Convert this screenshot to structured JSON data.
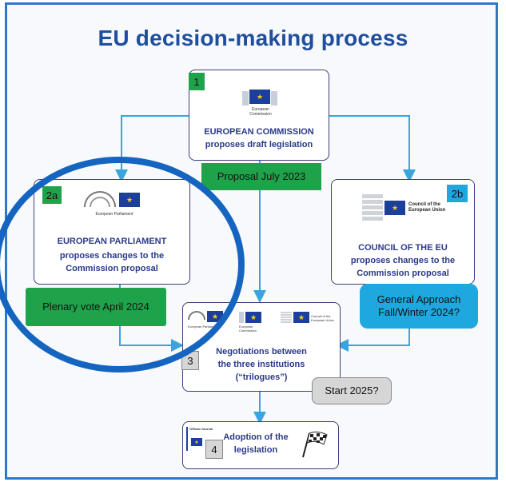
{
  "title": "EU decision-making process",
  "colors": {
    "title": "#1f4e9f",
    "frame": "#2f78c4",
    "arrow": "#3aa5dd",
    "circle": "#1565c0",
    "green": "#1fa34a",
    "blue": "#1fa8e0",
    "grey": "#d6d6d6"
  },
  "steps": {
    "s1": {
      "num": "1",
      "line1": "EUROPEAN COMMISSION",
      "line2": "proposes draft legislation",
      "logo_small": "European Commission"
    },
    "s2a": {
      "num": "2a",
      "line1": "EUROPEAN PARLIAMENT",
      "line2": "proposes changes to the",
      "line3": "Commission proposal",
      "logo_small": "European Parliament"
    },
    "s2b": {
      "num": "2b",
      "line1": "COUNCIL OF THE EU",
      "line2": "proposes changes to the",
      "line3": "Commission proposal",
      "logo_line1": "Council of the",
      "logo_line2": "European Union"
    },
    "s3": {
      "num": "3",
      "line1": "Negotiations between",
      "line2": "the three institutions",
      "line3": "(“trilogues”)",
      "logo_ep": "European Parliament",
      "logo_ec": "European Commission",
      "logo_cu": "Council of the European Union"
    },
    "s4": {
      "num": "4",
      "line1": "Adoption of the",
      "line2": "legislation",
      "logo_oj": "Official Journal"
    }
  },
  "tags": {
    "proposal": "Proposal  July 2023",
    "plenary": "Plenary vote April 2024",
    "general_line1": "General Approach",
    "general_line2": "Fall/Winter 2024?",
    "start": "Start 2025?"
  }
}
